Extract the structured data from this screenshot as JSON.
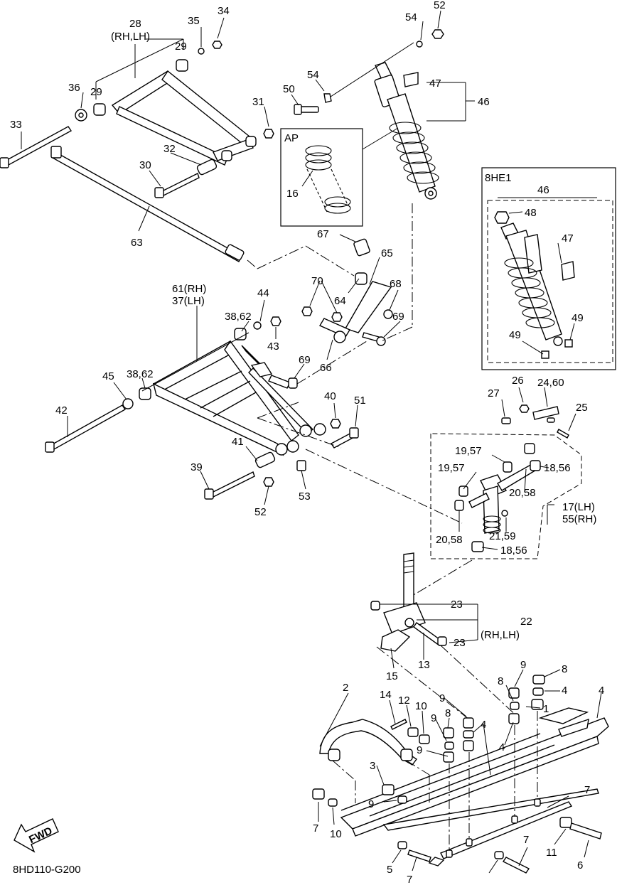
{
  "diagram": {
    "code": "8HD110-G200",
    "fwd_label": "FWD",
    "insets": {
      "ap": "AP",
      "he1": "8HE1"
    },
    "callouts": [
      {
        "text": "28"
      },
      {
        "text": "(RH,LH)"
      },
      {
        "text": "35"
      },
      {
        "text": "34"
      },
      {
        "text": "29"
      },
      {
        "text": "29"
      },
      {
        "text": "36"
      },
      {
        "text": "31"
      },
      {
        "text": "33"
      },
      {
        "text": "32"
      },
      {
        "text": "30"
      },
      {
        "text": "63"
      },
      {
        "text": "54"
      },
      {
        "text": "52"
      },
      {
        "text": "54"
      },
      {
        "text": "50"
      },
      {
        "text": "47"
      },
      {
        "text": "46"
      },
      {
        "text": "16"
      },
      {
        "text": "46"
      },
      {
        "text": "48"
      },
      {
        "text": "47"
      },
      {
        "text": "49"
      },
      {
        "text": "49"
      },
      {
        "text": "67"
      },
      {
        "text": "65"
      },
      {
        "text": "70"
      },
      {
        "text": "64"
      },
      {
        "text": "68"
      },
      {
        "text": "69"
      },
      {
        "text": "66"
      },
      {
        "text": "69"
      },
      {
        "text": "61(RH)"
      },
      {
        "text": "37(LH)"
      },
      {
        "text": "44"
      },
      {
        "text": "38,62"
      },
      {
        "text": "43"
      },
      {
        "text": "38,62"
      },
      {
        "text": "45"
      },
      {
        "text": "42"
      },
      {
        "text": "40"
      },
      {
        "text": "51"
      },
      {
        "text": "41"
      },
      {
        "text": "39"
      },
      {
        "text": "52"
      },
      {
        "text": "53"
      },
      {
        "text": "26"
      },
      {
        "text": "24,60"
      },
      {
        "text": "27"
      },
      {
        "text": "25"
      },
      {
        "text": "19,57"
      },
      {
        "text": "19,57"
      },
      {
        "text": "18,56"
      },
      {
        "text": "20,58"
      },
      {
        "text": "17(LH)"
      },
      {
        "text": "55(RH)"
      },
      {
        "text": "21,59"
      },
      {
        "text": "20,58"
      },
      {
        "text": "18,56"
      },
      {
        "text": "23"
      },
      {
        "text": "22"
      },
      {
        "text": "(RH,LH)"
      },
      {
        "text": "23"
      },
      {
        "text": "15"
      },
      {
        "text": "13"
      },
      {
        "text": "2"
      },
      {
        "text": "14"
      },
      {
        "text": "12"
      },
      {
        "text": "10"
      },
      {
        "text": "9"
      },
      {
        "text": "8"
      },
      {
        "text": "9"
      },
      {
        "text": "9"
      },
      {
        "text": "8"
      },
      {
        "text": "8"
      },
      {
        "text": "4"
      },
      {
        "text": "1"
      },
      {
        "text": "4"
      },
      {
        "text": "4"
      },
      {
        "text": "4"
      },
      {
        "text": "9"
      },
      {
        "text": "3"
      },
      {
        "text": "7"
      },
      {
        "text": "9"
      },
      {
        "text": "7"
      },
      {
        "text": "10"
      },
      {
        "text": "11"
      },
      {
        "text": "6"
      },
      {
        "text": "7"
      },
      {
        "text": "5"
      },
      {
        "text": "7"
      }
    ]
  }
}
